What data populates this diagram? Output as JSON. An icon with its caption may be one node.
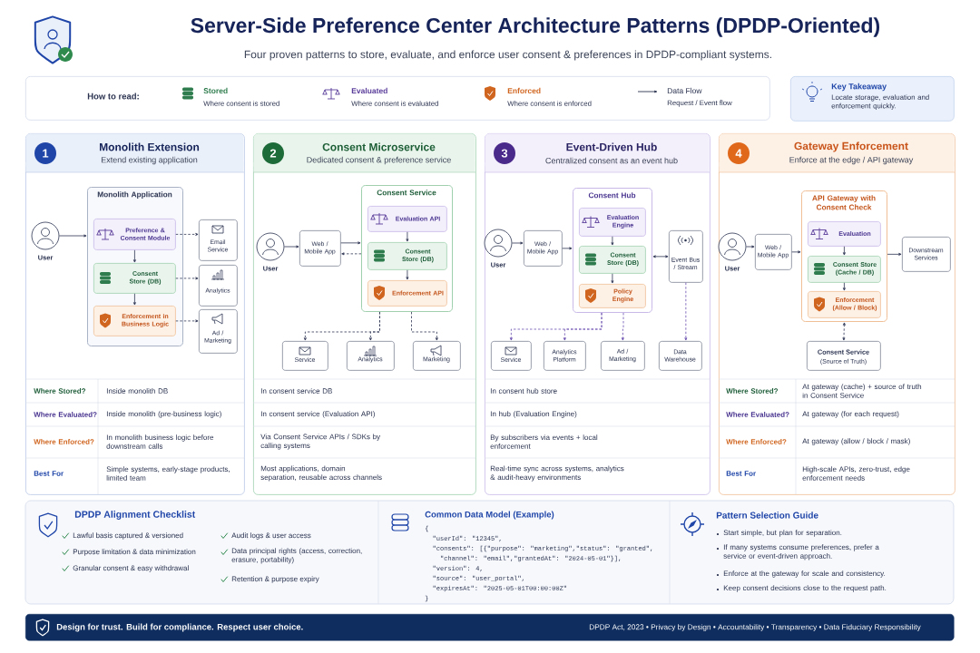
{
  "diagram": {
    "title": "Server-Side Preference Center Architecture Patterns (DPDP-Oriented)",
    "nodes": [
      {
        "text": [
          "How to read:",
          "Stored",
          "Where consent is stored",
          "Evaluated",
          "Where consent is evaluated",
          "Enforced",
          "Where consent is enforced",
          "Data Flow",
          "Request / Event flow"
        ]
      },
      {
        "text": [
          "Key Takeaway",
          "Locate storage, evaluation and enforcement quickly."
        ]
      },
      {
        "text": [
          "Monolith Extension",
          "Extend existing application"
        ]
      },
      {
        "text": [
          "1"
        ],
        "in": 2
      },
      {
        "text": [
          "User"
        ],
        "in": 2
      },
      {
        "text": [
          "Monolith Application"
        ],
        "in": 2
      },
      {
        "text": [
          "Preference & Consent Module"
        ],
        "in": 5
      },
      {
        "text": [
          "Consent Store (DB)"
        ],
        "in": 5
      },
      {
        "text": [
          "Enforcement in Business Logic"
        ],
        "in": 5
      },
      {
        "text": [
          "Email Service"
        ],
        "in": 2
      },
      {
        "text": [
          "Analytics"
        ],
        "in": 2
      },
      {
        "text": [
          "Ad / Marketing"
        ],
        "in": 2
      },
      {
        "text": [
          "Consent Microservice",
          "Dedicated consent & preference service"
        ]
      },
      {
        "text": [
          "2"
        ],
        "in": 12
      },
      {
        "text": [
          "User"
        ],
        "in": 12
      },
      {
        "text": [
          "Web / Mobile App"
        ],
        "in": 12
      },
      {
        "text": [
          "Consent Service"
        ],
        "in": 12
      },
      {
        "text": [
          "Evaluation API"
        ],
        "in": 16
      },
      {
        "text": [
          "Consent Store (DB)"
        ],
        "in": 16
      },
      {
        "text": [
          "Enforcement API"
        ],
        "in": 16
      },
      {
        "text": [
          "Service"
        ],
        "in": 12
      },
      {
        "text": [
          "Analytics"
        ],
        "in": 12
      },
      {
        "text": [
          "Marketing"
        ],
        "in": 12
      },
      {
        "text": [
          "Event-Driven Hub",
          "Centralized consent as an event hub"
        ]
      },
      {
        "text": [
          "3"
        ],
        "in": 23
      },
      {
        "text": [
          "User"
        ],
        "in": 23
      },
      {
        "text": [
          "Web / Mobile App"
        ],
        "in": 23
      },
      {
        "text": [
          "Consent Hub"
        ],
        "in": 23
      },
      {
        "text": [
          "Evaluation Engine"
        ],
        "in": 27
      },
      {
        "text": [
          "Consent Store (DB)"
        ],
        "in": 27
      },
      {
        "text": [
          "Policy Engine"
        ],
        "in": 27
      },
      {
        "text": [
          "Event Bus / Stream"
        ],
        "in": 23
      },
      {
        "text": [
          "Service"
        ],
        "in": 23
      },
      {
        "text": [
          "Analytics Platform"
        ],
        "in": 23
      },
      {
        "text": [
          "Ad / Marketing"
        ],
        "in": 23
      },
      {
        "text": [
          "Data Warehouse"
        ],
        "in": 23
      },
      {
        "text": [
          "Gateway Enforcement",
          "Enforce at the edge / API gateway"
        ]
      },
      {
        "text": [
          "4"
        ],
        "in": 36
      },
      {
        "text": [
          "User"
        ],
        "in": 36
      },
      {
        "text": [
          "Web / Mobile App"
        ],
        "in": 36
      },
      {
        "text": [
          "API Gateway with Consent Check"
        ],
        "in": 36
      },
      {
        "text": [
          "Evaluation"
        ],
        "in": 40
      },
      {
        "text": [
          "Consent Store (Cache / DB)"
        ],
        "in": 40
      },
      {
        "text": [
          "Enforcement (Allow / Block)"
        ],
        "in": 40
      },
      {
        "text": [
          "Downstream Services"
        ],
        "in": 36
      },
      {
        "text": [
          "Consent Service",
          "(Source of Truth)"
        ],
        "in": 36
      },
      {
        "text": [
          "DPDP Alignment Checklist",
          "Lawful basis captured & versioned",
          "Purpose limitation & data minimization",
          "Granular consent & easy withdrawal",
          "Audit logs & user access",
          "Data principal rights (access, correction, erasure, portability)",
          "Retention & purpose expiry"
        ]
      },
      {
        "text": [
          "Common Data Model (Example)",
          "{",
          "\"userId\": \"12345\",",
          "\"consents\": [{\"purpose\": \"marketing\",\"status\": \"granted\",",
          "\"channel\": \"email\",\"grantedAt\": \"2024-05-01\"}],",
          "\"version\": 4,",
          "\"source\": \"user_portal\",",
          "\"expiresAt\": \"2025-05-01T00:00:00Z\"",
          "}"
        ]
      },
      {
        "text": [
          "Pattern Selection Guide",
          "Start simple, but plan for separation.",
          "If many systems consume preferences, prefer a service or event-driven approach.",
          "Enforce at the gateway for scale and consistency.",
          "Keep consent decisions close to the request path."
        ]
      },
      {
        "text": [
          "Design for trust. Build for compliance. Respect user choice.",
          "DPDP Act, 2023 • Privacy by Design • Accountability • Transparency • Data Fiduciary Responsibility"
        ]
      }
    ],
    "edges": [
      {
        "from": 4,
        "to": 5,
        "arrow": "to"
      },
      {
        "from": 6,
        "to": 7,
        "arrow": "to"
      },
      {
        "from": 7,
        "to": 8,
        "arrow": "to"
      },
      {
        "from": 6,
        "to": 9,
        "arrow": "to",
        "style": "dashed"
      },
      {
        "from": 7,
        "to": 10,
        "arrow": "to",
        "style": "dashed"
      },
      {
        "from": 8,
        "to": 11,
        "arrow": "to",
        "style": "dashed"
      },
      {
        "from": 14,
        "to": 15,
        "arrow": "to"
      },
      {
        "from": 15,
        "to": 16,
        "arrow": "to"
      },
      {
        "from": 16,
        "to": 15,
        "arrow": "to",
        "style": "dashed"
      },
      {
        "from": 17,
        "to": 18,
        "arrow": "to"
      },
      {
        "from": 18,
        "to": 19,
        "arrow": "to"
      },
      {
        "from": 16,
        "to": 20,
        "arrow": "to",
        "style": "dashed"
      },
      {
        "from": 16,
        "to": 21,
        "arrow": "to",
        "style": "dashed"
      },
      {
        "from": 16,
        "to": 22,
        "arrow": "to",
        "style": "dashed"
      },
      {
        "from": 25,
        "to": 26,
        "arrow": "to"
      },
      {
        "from": 26,
        "to": 27,
        "arrow": "to"
      },
      {
        "from": 27,
        "to": 31,
        "arrow": "both"
      },
      {
        "from": 28,
        "to": 29,
        "arrow": "to"
      },
      {
        "from": 29,
        "to": 30,
        "arrow": "to"
      },
      {
        "from": 27,
        "to": 32,
        "arrow": "to",
        "style": "dashed",
        "color": "#6a4fb0"
      },
      {
        "from": 27,
        "to": 33,
        "arrow": "to",
        "style": "dashed",
        "color": "#6a4fb0"
      },
      {
        "from": 27,
        "to": 34,
        "arrow": "to",
        "style": "dashed",
        "color": "#6a4fb0"
      },
      {
        "from": 31,
        "to": 35,
        "arrow": "to",
        "style": "dashed",
        "color": "#6a4fb0"
      },
      {
        "from": 38,
        "to": 39,
        "arrow": "to"
      },
      {
        "from": 39,
        "to": 40,
        "arrow": "to"
      },
      {
        "from": 40,
        "to": 44,
        "arrow": "to"
      },
      {
        "from": 41,
        "to": 42,
        "arrow": "to"
      },
      {
        "from": 42,
        "to": 43,
        "arrow": "to"
      },
      {
        "from": 40,
        "to": 45,
        "arrow": "both",
        "style": "dashed"
      }
    ],
    "labels": [
      "Four proven patterns to store, evaluate, and enforce user consent & preferences in DPDP-compliant systems.",
      "Where Stored?",
      "Inside monolith DB",
      "In consent service DB",
      "In consent hub store",
      "Where Stored?",
      "At gateway (cache) + source of truth in Consent Service",
      "Where Evaluated?",
      "Inside monolith (pre-business logic)",
      "In consent service (Evaluation API)",
      "In hub (Evaluation Engine)",
      "Where Evaluated?",
      "At gateway (for each request)",
      "Where Enforced?",
      "In monolith business logic before downstream calls",
      "Via Consent Service APIs / SDKs by calling systems",
      "By subscribers via events + local enforcement",
      "Where Enforced?",
      "At gateway (allow / block / mask)",
      "Best For",
      "Simple systems, early-stage products, limited team",
      "Most applications, domain separation, reusable across channels",
      "Real-time sync across systems, analytics & audit-heavy environments",
      "Best For",
      "High-scale APIs, zero-trust, edge enforcement needs"
    ]
  }
}
